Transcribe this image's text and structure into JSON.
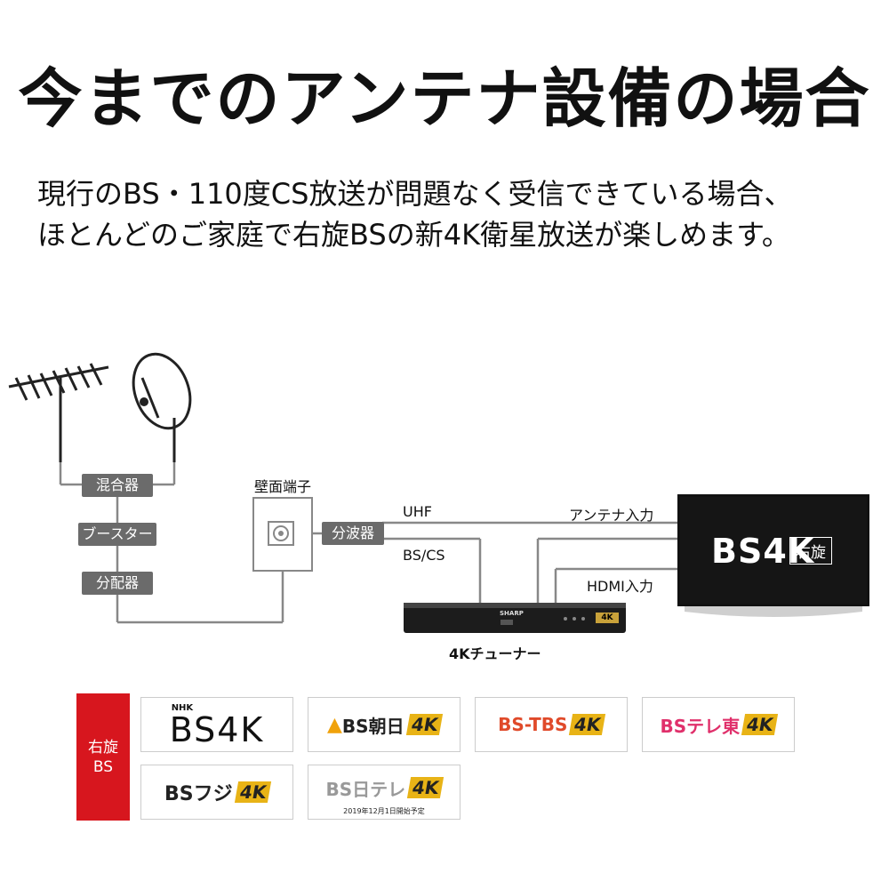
{
  "title": "今までのアンテナ設備の場合",
  "intro": {
    "line1": "現行のBS・110度CS放送が問題なく受信できている場合、",
    "line2": "ほとんどのご家庭で右旋BSの新4K衛星放送が楽しめます。"
  },
  "diagram": {
    "wall_terminal_label": "壁面端子",
    "mixer_label": "混合器",
    "booster_label": "ブースター",
    "distributor_label": "分配器",
    "splitter_label": "分波器",
    "uhf_label": "UHF",
    "bscs_label": "BS/CS",
    "antenna_input_label": "アンテナ入力",
    "hdmi_input_label": "HDMI入力",
    "tuner_label": "4Kチューナー",
    "tuner_brand": "SHARP",
    "tuner_badge": "4K",
    "tv_brand": "BS4K",
    "tv_tag": "右旋"
  },
  "channels": {
    "category_line1": "右旋",
    "category_line2": "BS",
    "nhk_small": "NHK",
    "nhk_main": "BS4K",
    "asahi_brand": "BS朝日",
    "tbs_brand": "BS-TBS",
    "tvtokyo_brand": "BSテレ東",
    "fuji_brand": "BSフジ",
    "ntv_brand": "BS日テレ",
    "badge_4k": "4K",
    "ntv_note": "2019年12月1日開始予定"
  },
  "colors": {
    "box_gray": "#6b6b6b",
    "line_gray": "#888888",
    "red": "#d7161e",
    "badge_gold": "#e8b316",
    "asahi_orange": "#f0a20b",
    "tbs_red": "#e04a2a",
    "tbs_blue": "#2a74c7",
    "tvtokyo_pink": "#e0306b",
    "fuji_dark": "#222222",
    "ntv_gray": "#999999"
  },
  "icons": [
    "uhf-antenna-icon",
    "satellite-dish-icon",
    "wall-socket-icon",
    "tuner-box-icon",
    "tv-icon"
  ]
}
